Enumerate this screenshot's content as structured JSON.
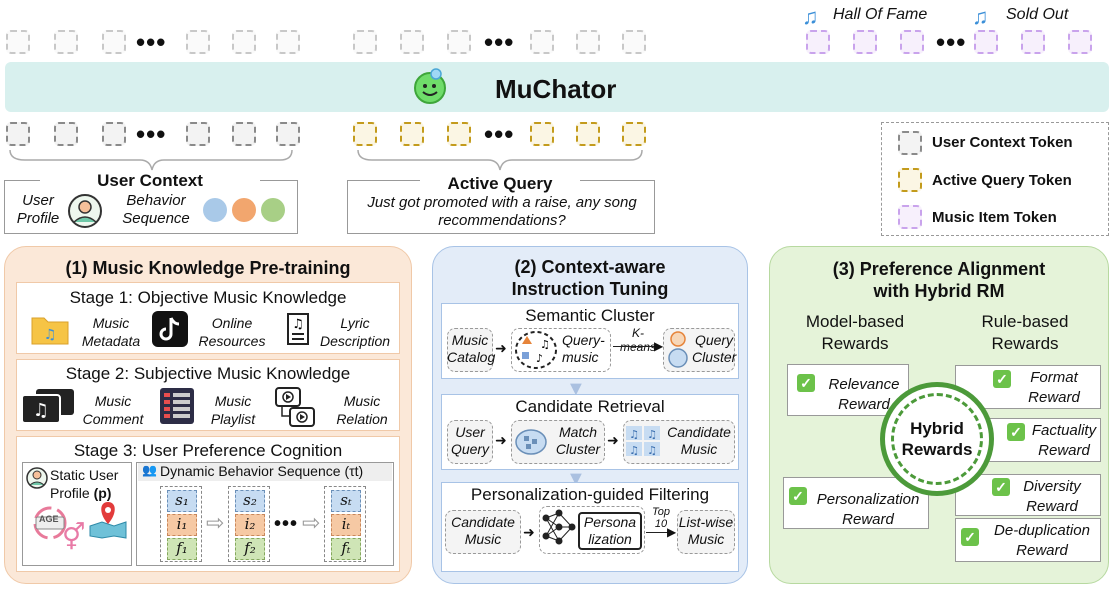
{
  "top_labels": {
    "hall_of_fame": "Hall Of Fame",
    "sold_out": "Sold Out"
  },
  "model_name": "MuChator",
  "user_context": {
    "title": "User Context",
    "profile": "User\nProfile",
    "behavior": "Behavior\nSequence"
  },
  "active_query": {
    "title": "Active Query",
    "text": "Just got promoted with a raise, any song recommendations?"
  },
  "legend": {
    "user_context_token": "User Context Token",
    "active_query_token": "Active Query Token",
    "music_item_token": "Music Item Token"
  },
  "panel1": {
    "title": "(1) Music Knowledge Pre-training",
    "stage1": {
      "title": "Stage 1: Objective Music Knowledge",
      "items": [
        "Music\nMetadata",
        "Online\nResources",
        "Lyric\nDescription"
      ]
    },
    "stage2": {
      "title": "Stage 2: Subjective Music Knowledge",
      "items": [
        "Music\nComment",
        "Music\nPlaylist",
        "Music\nRelation"
      ]
    },
    "stage3": {
      "title": "Stage 3: User Preference Cognition",
      "static_profile": "Static User\nProfile",
      "profile_sym": "(p)",
      "dynamic": "Dynamic Behavior Sequence",
      "dynamic_sym": "(τt)",
      "age": "AGE"
    }
  },
  "panel2": {
    "title": "(2) Context-aware\nInstruction Tuning",
    "semantic": {
      "title": "Semantic Cluster",
      "music_catalog": "Music\nCatalog",
      "query_music": "Query-\nmusic",
      "kmeans": "K-\nmeans",
      "query_cluster": "Query\nCluster"
    },
    "retrieval": {
      "title": "Candidate Retrieval",
      "user_query": "User\nQuery",
      "match_cluster": "Match\nCluster",
      "candidate_music": "Candidate\nMusic"
    },
    "filtering": {
      "title": "Personalization-guided Filtering",
      "candidate_music": "Candidate\nMusic",
      "personalization": "Persona\nlization",
      "top10": "Top\n10",
      "listwise": "List-wise\nMusic"
    }
  },
  "panel3": {
    "title": "(3) Preference Alignment\nwith Hybrid RM",
    "model_based": "Model-based\nRewards",
    "rule_based": "Rule-based\nRewards",
    "hybrid": "Hybrid\nRewards",
    "relevance": "Relevance\nReward",
    "personalization": "Personalization\nReward",
    "format": "Format\nReward",
    "factuality": "Factuality\nReward",
    "diversity": "Diversity\nReward",
    "dedup": "De-duplication\nReward"
  },
  "colors": {
    "gray_token": "#8a8a8a",
    "gold_token": "#c39b1c",
    "purple_token": "#c9a3ec",
    "model_bar": "#d8f0ee",
    "panel1": "#fbe8d8",
    "panel2": "#e3ecf8",
    "panel3": "#e5f3d9"
  }
}
